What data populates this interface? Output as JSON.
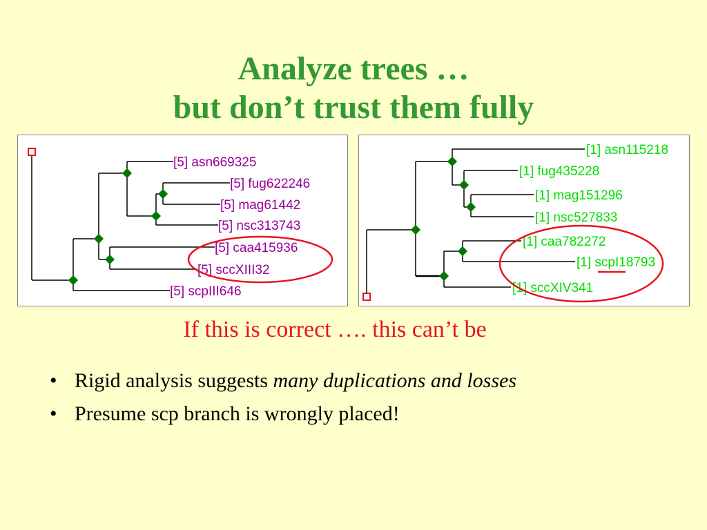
{
  "slide": {
    "title_line1": "Analyze trees …",
    "title_line2": "but don’t trust them fully",
    "caption": "If this is correct …. this can’t be",
    "bullets": [
      {
        "text": "Rigid analysis suggests ",
        "emphasis": "many duplications and losses"
      },
      {
        "text": "Presume scp branch is wrongly placed!",
        "emphasis": ""
      }
    ],
    "bullet_glyph": "•"
  },
  "tree_left": {
    "label_color": "#990099",
    "leaves": [
      "[5] asn669325",
      "[5] fug622246",
      "[5] mag61442",
      "[5] nsc313743",
      "[5] caa415936",
      "[5] sccXIII32",
      "[5] scpIII646"
    ],
    "circled": [
      "[5] caa415936",
      "[5] sccXIII32"
    ]
  },
  "tree_right": {
    "label_color": "#00dd00",
    "leaves": [
      "[1] asn115218",
      "[1] fug435228",
      "[1] mag151296",
      "[1] nsc527833",
      "[1] caa782272",
      "[1] scpI18793",
      "[1] sccXIV341"
    ],
    "circled": [
      "[1] caa782272",
      "[1] scpI18793",
      "[1] sccXIV341"
    ]
  },
  "colors": {
    "background": "#ffffcc",
    "title": "#339933",
    "caption": "#e8141c",
    "node": "#007700",
    "circle": "#e8141c",
    "root_marker": "#e8141c"
  }
}
